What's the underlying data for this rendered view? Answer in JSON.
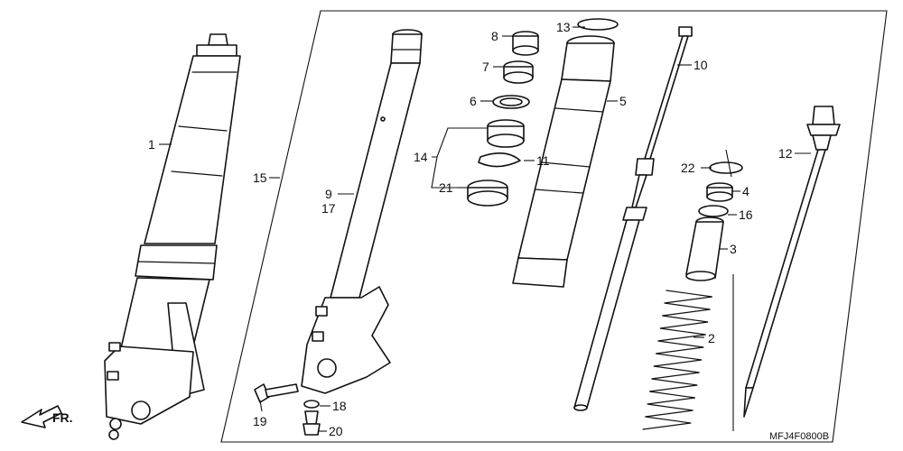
{
  "diagram": {
    "drawing_code": "MFJ4F0800B",
    "direction_marker": "FR.",
    "callouts": [
      {
        "id": "1",
        "label": "1"
      },
      {
        "id": "2",
        "label": "2"
      },
      {
        "id": "3",
        "label": "3"
      },
      {
        "id": "4",
        "label": "4"
      },
      {
        "id": "5",
        "label": "5"
      },
      {
        "id": "6",
        "label": "6"
      },
      {
        "id": "7",
        "label": "7"
      },
      {
        "id": "8",
        "label": "8"
      },
      {
        "id": "9",
        "label": "9"
      },
      {
        "id": "10",
        "label": "10"
      },
      {
        "id": "11",
        "label": "11"
      },
      {
        "id": "12",
        "label": "12"
      },
      {
        "id": "13",
        "label": "13"
      },
      {
        "id": "14",
        "label": "14"
      },
      {
        "id": "15",
        "label": "15"
      },
      {
        "id": "16",
        "label": "16"
      },
      {
        "id": "17",
        "label": "17"
      },
      {
        "id": "18",
        "label": "18"
      },
      {
        "id": "19",
        "label": "19"
      },
      {
        "id": "20",
        "label": "20"
      },
      {
        "id": "21",
        "label": "21"
      },
      {
        "id": "22",
        "label": "22"
      }
    ]
  }
}
